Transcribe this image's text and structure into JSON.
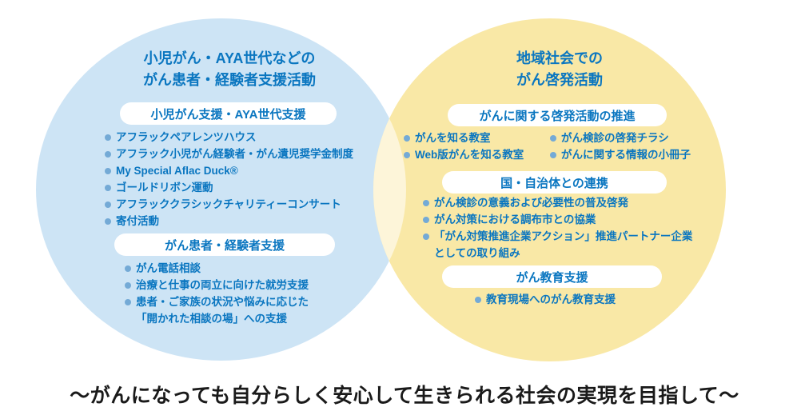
{
  "left_circle": {
    "title": "小児がん・AYA世代などの\nがん患者・経験者支援活動",
    "sections": [
      {
        "pill": "小児がん支援・AYA世代支援",
        "items": [
          "アフラックペアレンツハウス",
          "アフラック小児がん経験者・がん遺児奨学金制度",
          "My Special Aflac Duck®",
          "ゴールドリボン運動",
          "アフラッククラシックチャリティーコンサート",
          "寄付活動"
        ]
      },
      {
        "pill": "がん患者・経験者支援",
        "items": [
          "がん電話相談",
          "治療と仕事の両立に向けた就労支援",
          "患者・ご家族の状況や悩みに応じた\n「開かれた相談の場」への支援"
        ]
      }
    ]
  },
  "right_circle": {
    "title": "地域社会での\nがん啓発活動",
    "sections": [
      {
        "pill": "がんに関する啓発活動の推進",
        "columns": [
          [
            "がんを知る教室",
            "Web版がんを知る教室"
          ],
          [
            "がん検診の啓発チラシ",
            "がんに関する情報の小冊子"
          ]
        ]
      },
      {
        "pill": "国・自治体との連携",
        "items": [
          "がん検診の意義および必要性の普及啓発",
          "がん対策における調布市との協業",
          "「がん対策推進企業アクション」推進パートナー企業\nとしての取り組み"
        ]
      },
      {
        "pill": "がん教育支援",
        "items": [
          "教育現場へのがん教育支援"
        ]
      }
    ]
  },
  "tagline": "〜がんになっても自分らしく安心して生きられる社会の実現を目指して〜",
  "colors": {
    "left_circle_fill": "#cde4f5",
    "right_circle_fill": "#f9e8a6",
    "overlap_fill": "#fdf5d9",
    "text_blue": "#0a76c0",
    "bullet_dot": "#74aad6",
    "pill_background": "#ffffff",
    "tagline_text": "#1a1a1a"
  }
}
